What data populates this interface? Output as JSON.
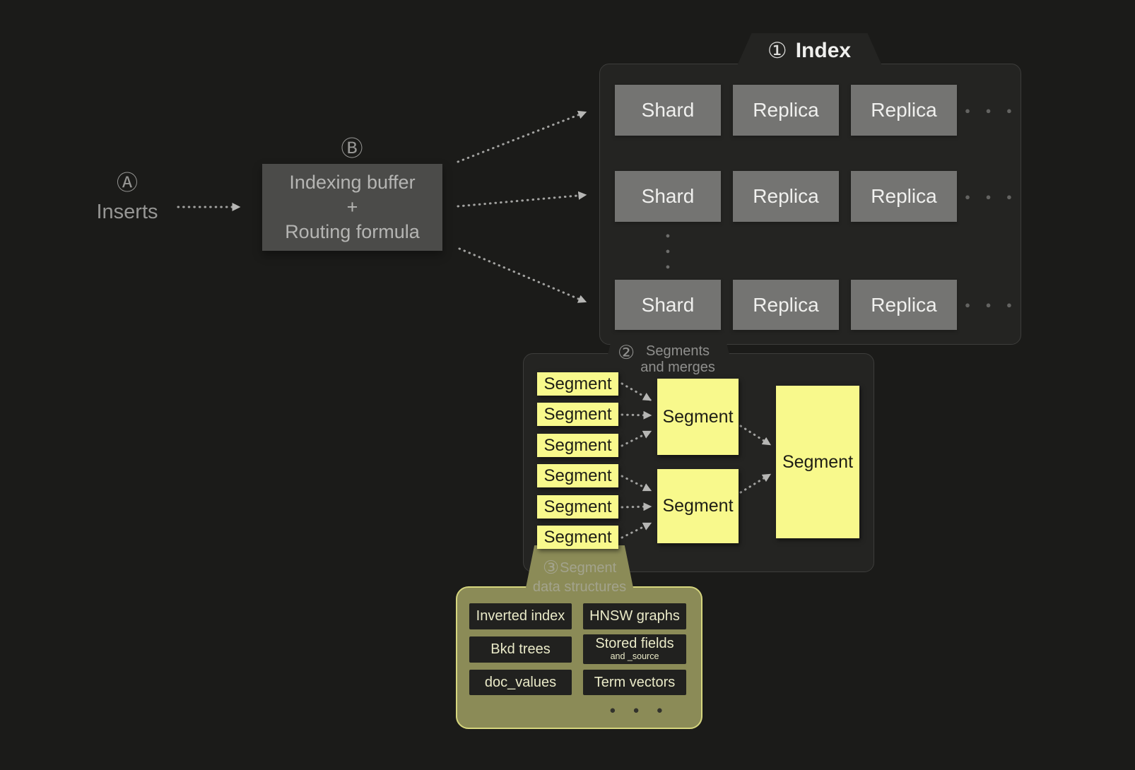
{
  "colors": {
    "background": "#1b1b19",
    "panel": "#242422",
    "gray_box": "#747472",
    "buffer_box": "#4b4b49",
    "segment_yellow": "#f8f98c",
    "olive_panel": "#8b8b57",
    "olive_border": "#d6d67e",
    "arrow": "#a2a2a0"
  },
  "glyphs": {
    "dot": "●"
  },
  "inserts": {
    "badge": "Ⓐ",
    "label": "Inserts"
  },
  "buffer": {
    "badge": "Ⓑ",
    "lines": [
      "Indexing buffer",
      "+",
      "Routing formula"
    ]
  },
  "index": {
    "badge": "①",
    "title": "Index",
    "rows": [
      {
        "cells": [
          "Shard",
          "Replica",
          "Replica"
        ],
        "ellipsis": "● ● ●"
      },
      {
        "cells": [
          "Shard",
          "Replica",
          "Replica"
        ],
        "ellipsis": "● ● ●"
      },
      {
        "cells": [
          "Shard",
          "Replica",
          "Replica"
        ],
        "ellipsis": "● ● ●"
      }
    ]
  },
  "segments": {
    "badge": "②",
    "label_lines": [
      "Segments",
      "and merges"
    ],
    "small": [
      "Segment",
      "Segment",
      "Segment",
      "Segment",
      "Segment",
      "Segment"
    ],
    "medium": [
      "Segment",
      "Segment"
    ],
    "large": "Segment"
  },
  "datastructures": {
    "badge": "③",
    "label_lines": [
      "Segment",
      "data structures"
    ],
    "items": [
      {
        "label": "Inverted index"
      },
      {
        "label": "HNSW graphs"
      },
      {
        "label": "Bkd trees"
      },
      {
        "label": "Stored fields",
        "sub": "and _source"
      },
      {
        "label": "doc_values"
      },
      {
        "label": "Term vectors"
      }
    ],
    "ellipsis": "● ● ●"
  }
}
